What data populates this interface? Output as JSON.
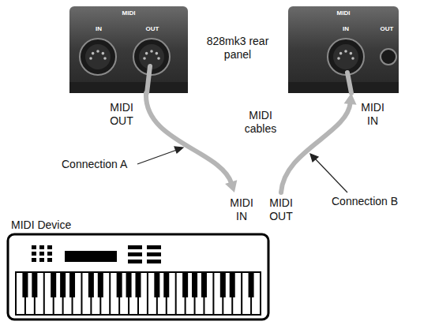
{
  "diagram": {
    "nodes": [
      {
        "text": [
          "MIDI",
          "IN",
          "OUT"
        ]
      },
      {
        "text": [
          "MIDI",
          "IN",
          "OUT"
        ]
      },
      {
        "text": [
          "MIDI Device",
          "MIDI IN",
          "MIDI OUT"
        ]
      }
    ],
    "edges": [
      {
        "from": 0,
        "to": 2,
        "arrow": "to"
      },
      {
        "from": 2,
        "to": 1,
        "arrow": "to"
      }
    ],
    "labels": [
      "828mk3 rear panel",
      "MIDI OUT",
      "MIDI IN",
      "MIDI cables",
      "Connection A",
      "Connection B"
    ]
  }
}
